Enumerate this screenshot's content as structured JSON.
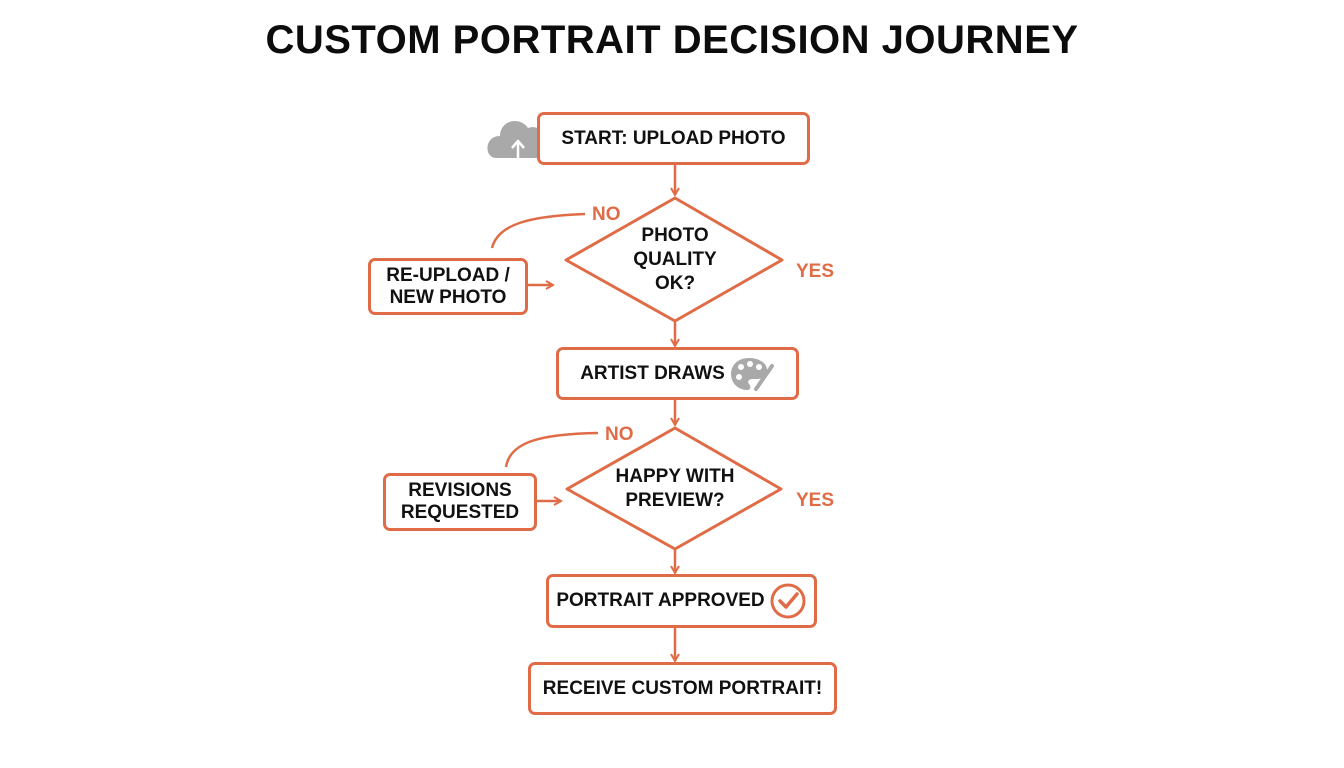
{
  "title": "CUSTOM PORTRAIT DECISION JOURNEY",
  "colors": {
    "accent": "#e06c47",
    "icon_gray": "#a9a9a9",
    "text": "#111111"
  },
  "nodes": {
    "start": {
      "label": "START: UPLOAD PHOTO",
      "icon": "cloud-upload-icon"
    },
    "quality_decision": {
      "line1": "PHOTO",
      "line2": "QUALITY",
      "line3": "OK?"
    },
    "reupload": {
      "line1": "RE-UPLOAD /",
      "line2": "NEW PHOTO"
    },
    "artist": {
      "label": "ARTIST DRAWS",
      "icon": "palette-icon"
    },
    "preview_decision": {
      "line1": "HAPPY WITH",
      "line2": "PREVIEW?"
    },
    "revisions": {
      "line1": "REVISIONS",
      "line2": "REQUESTED"
    },
    "approved": {
      "label": "PORTRAIT APPROVED",
      "icon": "check-circle-icon"
    },
    "receive": {
      "label": "RECEIVE CUSTOM PORTRAIT!"
    }
  },
  "edge_labels": {
    "quality_no": "NO",
    "quality_yes": "YES",
    "preview_no": "NO",
    "preview_yes": "YES"
  }
}
